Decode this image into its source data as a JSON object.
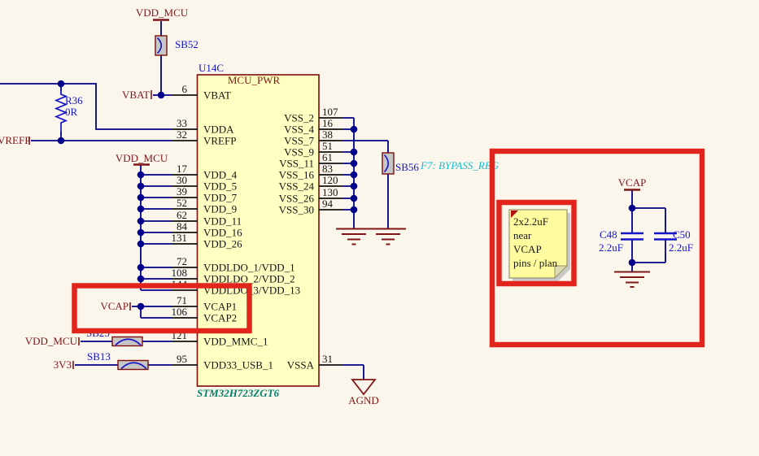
{
  "colors": {
    "sheet_background": "#FBF6EB",
    "ic_fill": "#FFFFC2",
    "ic_border_maroon": "#7D0C0C",
    "wire_navy": "#00008B",
    "component_blue": "#1414C8",
    "net_label_maroon": "#801717",
    "highlight_red": "#E2251C",
    "note_yellow": "#FDFB9D",
    "annotation_cyan": "#17BBD3",
    "part_number_green": "#00806B",
    "solder_bridge_gray": "#C6C6C6"
  },
  "ic": {
    "designator": "U14C",
    "title": "MCU_PWR",
    "part_number": "STM32H723ZGT6",
    "left_pins": [
      {
        "n": "6",
        "name": "VBAT"
      },
      {
        "n": "33",
        "name": "VDDA"
      },
      {
        "n": "32",
        "name": "VREFP"
      },
      {
        "n": "17",
        "name": "VDD_4"
      },
      {
        "n": "30",
        "name": "VDD_5"
      },
      {
        "n": "39",
        "name": "VDD_7"
      },
      {
        "n": "52",
        "name": "VDD_9"
      },
      {
        "n": "62",
        "name": "VDD_11"
      },
      {
        "n": "84",
        "name": "VDD_16"
      },
      {
        "n": "131",
        "name": "VDD_26"
      },
      {
        "n": "72",
        "name": "VDDLDO_1/VDD_1"
      },
      {
        "n": "108",
        "name": "VDDLDO_2/VDD_2"
      },
      {
        "n": "144",
        "name": "VDDLDO_3/VDD_13"
      },
      {
        "n": "71",
        "name": "VCAP1"
      },
      {
        "n": "106",
        "name": "VCAP2"
      },
      {
        "n": "121",
        "name": "VDD_MMC_1"
      },
      {
        "n": "95",
        "name": "VDD33_USB_1"
      }
    ],
    "right_pins": [
      {
        "n": "107",
        "name": "VSS_2"
      },
      {
        "n": "16",
        "name": "VSS_4"
      },
      {
        "n": "38",
        "name": "VSS_7"
      },
      {
        "n": "51",
        "name": "VSS_9"
      },
      {
        "n": "61",
        "name": "VSS_11"
      },
      {
        "n": "83",
        "name": "VSS_16"
      },
      {
        "n": "120",
        "name": "VSS_24"
      },
      {
        "n": "130",
        "name": "VSS_26"
      },
      {
        "n": "94",
        "name": "VSS_30"
      },
      {
        "n": "31",
        "name": "VSSA"
      }
    ]
  },
  "labels": {
    "vdd_mcu_top": "VDD_MCU",
    "vbat": "VBAT",
    "vrefp": "VREFP",
    "vdd_mcu_mid": "VDD_MCU",
    "vcap_left": "VCAP",
    "vdd_mcu_bottom": "VDD_MCU",
    "v3v3": "3V3",
    "vcap_right": "VCAP",
    "agnd": "AGND"
  },
  "components": {
    "r36": {
      "ref": "R36",
      "value": "0R"
    },
    "sb52": {
      "ref": "SB52"
    },
    "sb56": {
      "ref": "SB56"
    },
    "sb25": {
      "ref": "SB25"
    },
    "sb13": {
      "ref": "SB13"
    },
    "c48": {
      "ref": "C48",
      "value": "2.2uF"
    },
    "c50": {
      "ref": "C50",
      "value": "2.2uF"
    }
  },
  "annotations": {
    "bypass_reg": "F7: BYPASS_REG",
    "note_lines": [
      "2x2.2uF",
      "near",
      "VCAP",
      "pins / plan"
    ]
  }
}
